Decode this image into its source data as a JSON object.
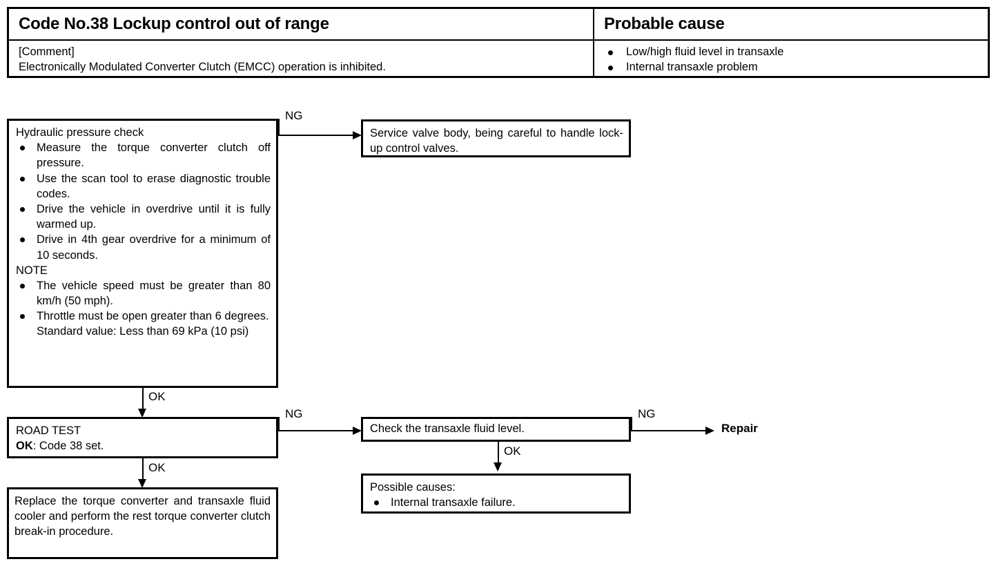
{
  "header": {
    "code_title": "Code No.38 Lockup control out of range",
    "comment_label": "[Comment]",
    "comment_text": "Electronically Modulated Converter Clutch (EMCC) operation is inhibited.",
    "probable_cause_title": "Probable cause",
    "causes": [
      "Low/high fluid level in transaxle",
      "Internal transaxle problem"
    ]
  },
  "flow": {
    "hydraulic_box": {
      "title": "Hydraulic pressure check",
      "bullets": [
        "Measure the torque converter clutch off pressure.",
        "Use the scan tool to erase diagnostic trouble codes.",
        "Drive the vehicle in overdrive until it is fully warmed up.",
        "Drive in 4th gear overdrive for a minimum of 10 seconds."
      ],
      "note_label": "NOTE",
      "note_bullets": [
        "The vehicle speed must be greater than 80 km/h (50 mph).",
        "Throttle must be open greater than 6 degrees."
      ],
      "standard_value": "Standard value: Less than 69 kPa (10 psi)"
    },
    "service_valve_box": {
      "text": "Service valve body, being careful to handle lock-up control valves."
    },
    "road_test_box": {
      "line1": "ROAD TEST",
      "ok_label": "OK",
      "ok_text": ": Code 38 set."
    },
    "replace_box": {
      "text": "Replace the torque converter and transaxle fluid cooler and perform the rest torque converter clutch break-in procedure."
    },
    "check_fluid_box": {
      "text": "Check the transaxle fluid level."
    },
    "possible_causes_box": {
      "title": "Possible causes:",
      "bullets": [
        "Internal transaxle failure."
      ]
    },
    "terminal_repair": "Repair",
    "edges": {
      "hydraulic_ng": "NG",
      "hydraulic_ok": "OK",
      "road_test_ng": "NG",
      "road_test_ok": "OK",
      "check_fluid_ng": "NG",
      "check_fluid_ok": "OK"
    }
  },
  "colors": {
    "ink": "#000000",
    "paper": "#ffffff"
  }
}
